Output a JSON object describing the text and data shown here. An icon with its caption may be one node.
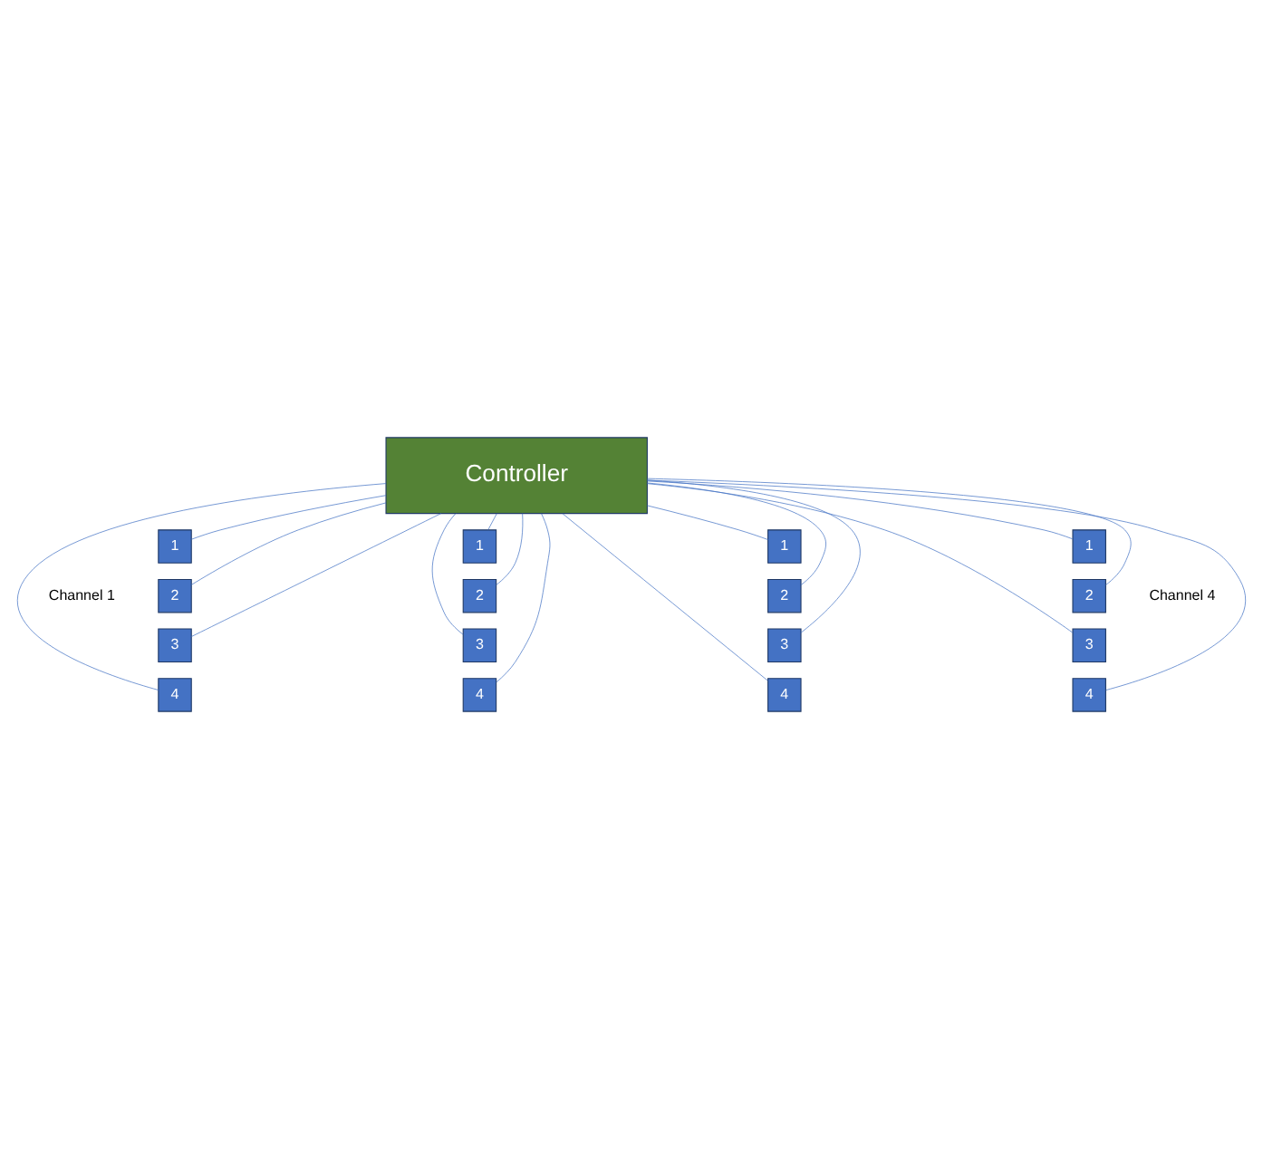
{
  "diagram": {
    "nodes": [
      {
        "text": [
          "Controller"
        ]
      },
      {
        "text": [
          "1"
        ]
      },
      {
        "text": [
          "1"
        ]
      },
      {
        "text": [
          "1"
        ]
      },
      {
        "text": [
          "1"
        ]
      },
      {
        "text": [
          "2"
        ]
      },
      {
        "text": [
          "2"
        ]
      },
      {
        "text": [
          "2"
        ]
      },
      {
        "text": [
          "2"
        ]
      },
      {
        "text": [
          "3"
        ]
      },
      {
        "text": [
          "3"
        ]
      },
      {
        "text": [
          "3"
        ]
      },
      {
        "text": [
          "3"
        ]
      },
      {
        "text": [
          "4"
        ]
      },
      {
        "text": [
          "4"
        ]
      },
      {
        "text": [
          "4"
        ]
      },
      {
        "text": [
          "4"
        ]
      }
    ],
    "edges": [
      {
        "from": 0,
        "to": 1,
        "arrow": "none"
      },
      {
        "from": 0,
        "to": 5,
        "arrow": "none"
      },
      {
        "from": 0,
        "to": 9,
        "arrow": "none"
      },
      {
        "from": 0,
        "to": 13,
        "arrow": "none"
      },
      {
        "from": 0,
        "to": 2,
        "arrow": "none"
      },
      {
        "from": 0,
        "to": 6,
        "arrow": "none"
      },
      {
        "from": 0,
        "to": 10,
        "arrow": "none"
      },
      {
        "from": 0,
        "to": 14,
        "arrow": "none"
      },
      {
        "from": 0,
        "to": 3,
        "arrow": "none"
      },
      {
        "from": 0,
        "to": 7,
        "arrow": "none"
      },
      {
        "from": 0,
        "to": 11,
        "arrow": "none"
      },
      {
        "from": 0,
        "to": 15,
        "arrow": "none"
      },
      {
        "from": 0,
        "to": 4,
        "arrow": "none"
      },
      {
        "from": 0,
        "to": 8,
        "arrow": "none"
      },
      {
        "from": 0,
        "to": 12,
        "arrow": "none"
      },
      {
        "from": 0,
        "to": 16,
        "arrow": "none"
      }
    ],
    "labels": [
      "Channel 1",
      "Channel 4"
    ]
  }
}
